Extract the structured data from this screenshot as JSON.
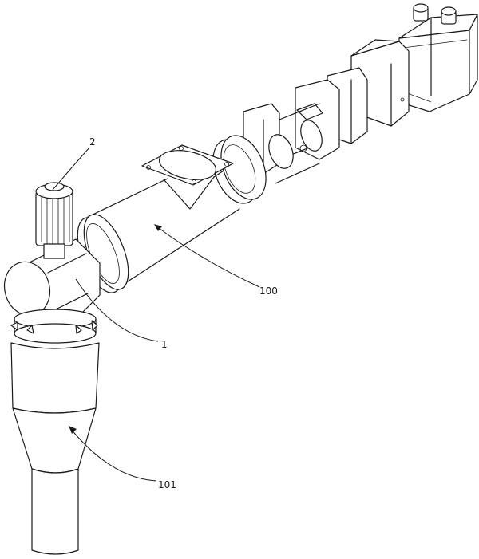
{
  "labels": {
    "part_2": "2",
    "part_1": "1",
    "part_100": "100",
    "part_101": "101"
  }
}
